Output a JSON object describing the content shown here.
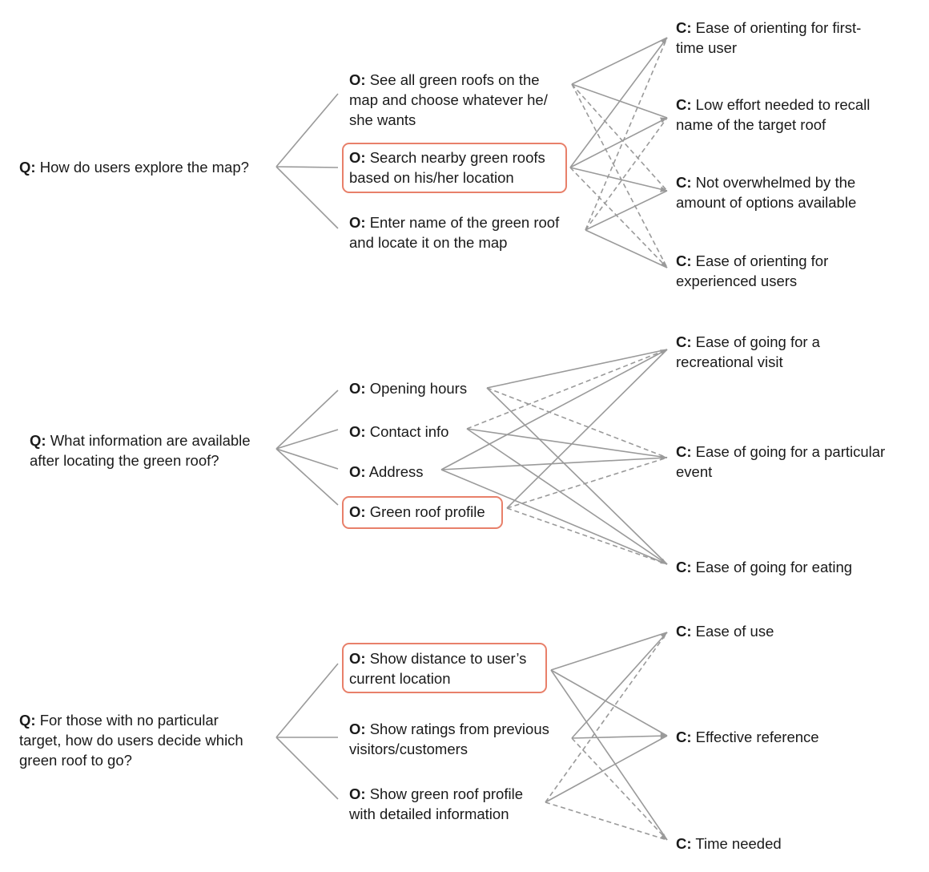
{
  "colors": {
    "line": "#9a9a9a",
    "highlight": "#e8806a",
    "text": "#1a1a1a"
  },
  "diagram": {
    "sections": [
      {
        "question": {
          "prefix": "Q:",
          "lines": [
            "How do users explore the map?"
          ]
        },
        "options": [
          {
            "prefix": "O:",
            "lines": [
              "See all green roofs on the",
              "map and choose whatever he/",
              "she wants"
            ],
            "highlighted": false
          },
          {
            "prefix": "O:",
            "lines": [
              "Search nearby green roofs",
              "based on his/her location"
            ],
            "highlighted": true
          },
          {
            "prefix": "O:",
            "lines": [
              "Enter name of the green roof",
              "and locate it on the map"
            ],
            "highlighted": false
          }
        ],
        "criteria": [
          {
            "prefix": "C:",
            "lines": [
              "Ease of orienting for first-",
              "time user"
            ]
          },
          {
            "prefix": "C:",
            "lines": [
              "Low effort needed to recall",
              "name of the target roof"
            ]
          },
          {
            "prefix": "C:",
            "lines": [
              "Not overwhelmed by the",
              "amount of options available"
            ]
          },
          {
            "prefix": "C:",
            "lines": [
              "Ease of orienting for",
              "experienced users"
            ]
          }
        ],
        "links": [
          {
            "option": 0,
            "criterion": 0,
            "style": "solid"
          },
          {
            "option": 0,
            "criterion": 1,
            "style": "solid"
          },
          {
            "option": 0,
            "criterion": 2,
            "style": "dashed"
          },
          {
            "option": 0,
            "criterion": 3,
            "style": "dashed"
          },
          {
            "option": 1,
            "criterion": 0,
            "style": "solid"
          },
          {
            "option": 1,
            "criterion": 1,
            "style": "solid"
          },
          {
            "option": 1,
            "criterion": 2,
            "style": "solid"
          },
          {
            "option": 1,
            "criterion": 3,
            "style": "dashed"
          },
          {
            "option": 2,
            "criterion": 0,
            "style": "dashed"
          },
          {
            "option": 2,
            "criterion": 1,
            "style": "dashed"
          },
          {
            "option": 2,
            "criterion": 2,
            "style": "solid"
          },
          {
            "option": 2,
            "criterion": 3,
            "style": "solid"
          }
        ]
      },
      {
        "question": {
          "prefix": "Q:",
          "lines": [
            "What information are available",
            "after locating the green roof?"
          ]
        },
        "options": [
          {
            "prefix": "O:",
            "lines": [
              "Opening hours"
            ],
            "highlighted": false
          },
          {
            "prefix": "O:",
            "lines": [
              "Contact info"
            ],
            "highlighted": false
          },
          {
            "prefix": "O:",
            "lines": [
              "Address"
            ],
            "highlighted": false
          },
          {
            "prefix": "O:",
            "lines": [
              "Green roof profile"
            ],
            "highlighted": true
          }
        ],
        "criteria": [
          {
            "prefix": "C:",
            "lines": [
              "Ease of going for a",
              "recreational visit"
            ]
          },
          {
            "prefix": "C:",
            "lines": [
              "Ease of going for a particular",
              "event"
            ]
          },
          {
            "prefix": "C:",
            "lines": [
              "Ease of going for eating"
            ]
          }
        ],
        "links": [
          {
            "option": 0,
            "criterion": 0,
            "style": "solid"
          },
          {
            "option": 0,
            "criterion": 1,
            "style": "dashed"
          },
          {
            "option": 0,
            "criterion": 2,
            "style": "solid"
          },
          {
            "option": 1,
            "criterion": 0,
            "style": "dashed"
          },
          {
            "option": 1,
            "criterion": 1,
            "style": "solid"
          },
          {
            "option": 1,
            "criterion": 2,
            "style": "solid"
          },
          {
            "option": 2,
            "criterion": 0,
            "style": "solid"
          },
          {
            "option": 2,
            "criterion": 1,
            "style": "solid"
          },
          {
            "option": 2,
            "criterion": 2,
            "style": "solid"
          },
          {
            "option": 3,
            "criterion": 0,
            "style": "solid"
          },
          {
            "option": 3,
            "criterion": 1,
            "style": "dashed"
          },
          {
            "option": 3,
            "criterion": 2,
            "style": "dashed"
          }
        ]
      },
      {
        "question": {
          "prefix": "Q:",
          "lines": [
            "For those with no particular",
            "target, how do users decide which",
            "green roof to go?"
          ]
        },
        "options": [
          {
            "prefix": "O:",
            "lines": [
              "Show distance to user’s",
              "current location"
            ],
            "highlighted": true
          },
          {
            "prefix": "O:",
            "lines": [
              "Show ratings from previous",
              "visitors/customers"
            ],
            "highlighted": false
          },
          {
            "prefix": "O:",
            "lines": [
              "Show green roof profile",
              "with detailed information"
            ],
            "highlighted": false
          }
        ],
        "criteria": [
          {
            "prefix": "C:",
            "lines": [
              "Ease of use"
            ]
          },
          {
            "prefix": "C:",
            "lines": [
              "Effective reference"
            ]
          },
          {
            "prefix": "C:",
            "lines": [
              "Time needed"
            ]
          }
        ],
        "links": [
          {
            "option": 0,
            "criterion": 0,
            "style": "solid"
          },
          {
            "option": 0,
            "criterion": 1,
            "style": "solid"
          },
          {
            "option": 0,
            "criterion": 2,
            "style": "solid"
          },
          {
            "option": 1,
            "criterion": 0,
            "style": "solid"
          },
          {
            "option": 1,
            "criterion": 1,
            "style": "solid"
          },
          {
            "option": 1,
            "criterion": 2,
            "style": "dashed"
          },
          {
            "option": 2,
            "criterion": 0,
            "style": "dashed"
          },
          {
            "option": 2,
            "criterion": 1,
            "style": "solid"
          },
          {
            "option": 2,
            "criterion": 2,
            "style": "dashed"
          }
        ]
      }
    ]
  }
}
